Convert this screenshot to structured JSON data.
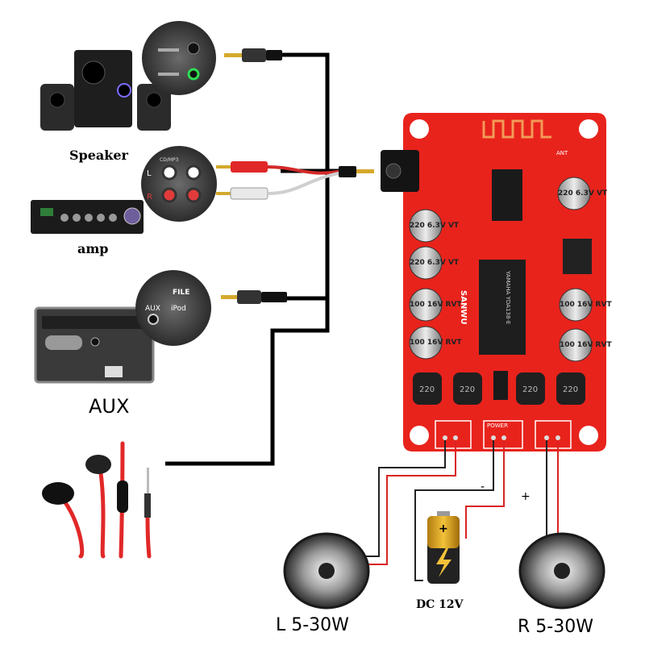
{
  "labels": {
    "speaker": "Speaker",
    "amp": "amp",
    "aux": "AUX",
    "left_speaker": "L 5-30W",
    "right_speaker": "R 5-30W",
    "battery": "DC 12V",
    "minus": "-",
    "plus": "+"
  },
  "board": {
    "brand": "SANWU",
    "chip": "YAMAHA YDA138-E",
    "ant": "ANT",
    "power": "POWER",
    "caps_large": [
      {
        "text": "220 6.3V VT"
      },
      {
        "text": "220 6.3V VT"
      },
      {
        "text": "220 6.3V VT"
      },
      {
        "text": "100 16V RVT"
      },
      {
        "text": "100 16V RVT"
      },
      {
        "text": "100 16V RVT"
      },
      {
        "text": "100 16V RVT"
      }
    ],
    "inductors": [
      "220",
      "220",
      "220",
      "220"
    ]
  },
  "inset_aux": {
    "file": "FILE",
    "aux": "AUX",
    "ipod": "iPod"
  },
  "inset_rca": {
    "l": "L",
    "r": "R",
    "cd": "CD/MP3"
  },
  "colors": {
    "board": "#e8231c",
    "wire_black": "#000000",
    "wire_red": "#d92323",
    "battery_gold": "#e7a91d"
  }
}
